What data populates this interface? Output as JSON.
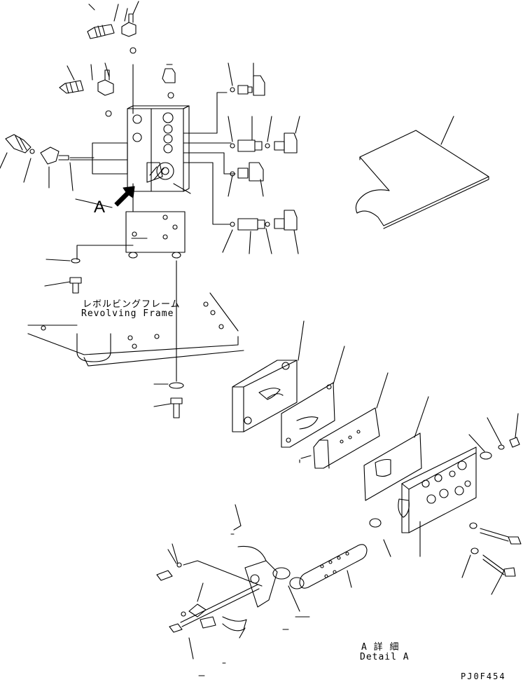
{
  "labels": {
    "view_marker": "A",
    "frame_jp": "レボルビングフレーム",
    "frame_en": "Revolving Frame",
    "detail_jp": "A 詳 細",
    "detail_en": "Detail A",
    "drawing_code": "PJ0F454"
  },
  "colors": {
    "line": "#000000",
    "background": "#ffffff"
  }
}
